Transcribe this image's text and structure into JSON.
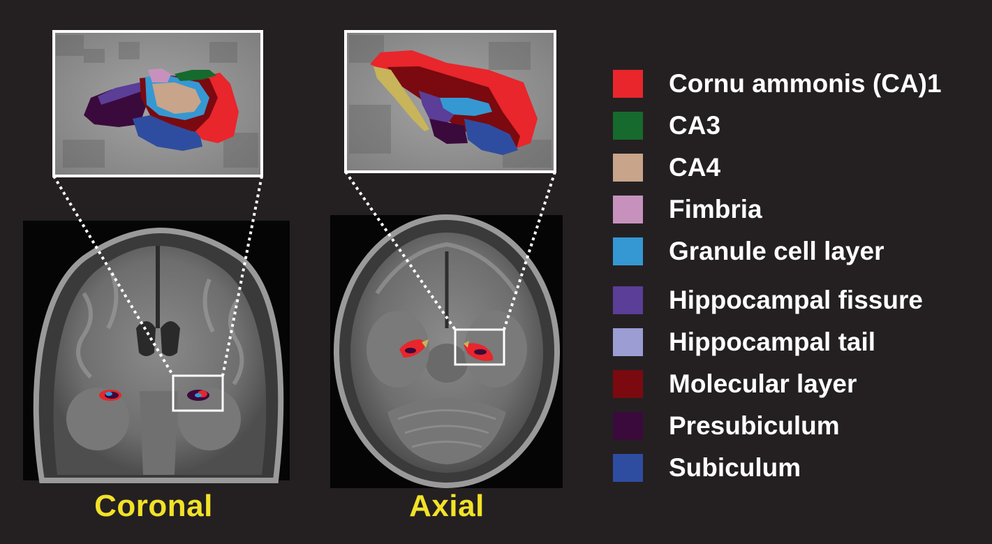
{
  "views": {
    "coronal": {
      "label": "Coronal"
    },
    "axial": {
      "label": "Axial"
    }
  },
  "legend": {
    "items": [
      {
        "label": "Cornu ammonis (CA)1",
        "color": "#e8262c"
      },
      {
        "label": "CA3",
        "color": "#166a2e"
      },
      {
        "label": "CA4",
        "color": "#c7a48a"
      },
      {
        "label": "Fimbria",
        "color": "#c692bd"
      },
      {
        "label": "Granule cell layer",
        "color": "#3598d3"
      },
      {
        "label": "Hippocampal fissure",
        "color": "#5a3e98"
      },
      {
        "label": "Hippocampal tail",
        "color": "#9b9dd3"
      },
      {
        "label": "Molecular layer",
        "color": "#7a0a10"
      },
      {
        "label": "Presubiculum",
        "color": "#3b0a3c"
      },
      {
        "label": "Subiculum",
        "color": "#2f4da0"
      }
    ]
  },
  "colors": {
    "background": "#242021",
    "view_label": "#f2e228",
    "inset_border": "#ffffff"
  }
}
